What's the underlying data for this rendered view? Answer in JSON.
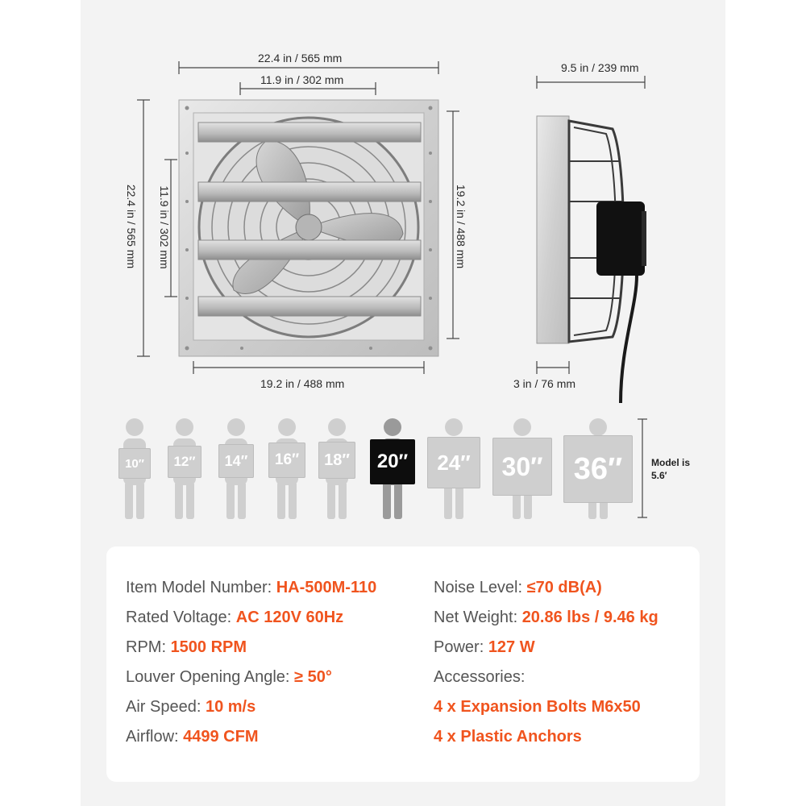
{
  "dimensions": {
    "front_width_total": "22.4 in / 565 mm",
    "front_opening_width": "11.9 in / 302 mm",
    "front_height_total": "22.4 in / 565 mm",
    "front_opening_height": "11.9 in / 302 mm",
    "front_inner_height": "19.2 in / 488 mm",
    "front_inner_width": "19.2 in / 488 mm",
    "side_depth": "9.5 in / 239 mm",
    "side_flange": "3 in / 76 mm"
  },
  "size_lineup": {
    "sizes": [
      "10″",
      "12″",
      "14″",
      "16″",
      "18″",
      "20″",
      "24″",
      "30″",
      "36″"
    ],
    "selected": "20″",
    "model_note_line1": "Model is",
    "model_note_line2": "5.6′",
    "colors": {
      "inactive": "#cfcfcf",
      "active": "#0d0d0d",
      "active_body": "#9a9a9a"
    }
  },
  "specs": {
    "left": [
      {
        "label": "Item Model Number: ",
        "value": "HA-500M-110"
      },
      {
        "label": "Rated Voltage: ",
        "value": "AC 120V 60Hz"
      },
      {
        "label": "RPM: ",
        "value": "1500 RPM"
      },
      {
        "label": "Louver Opening Angle: ",
        "value": "≥ 50°"
      },
      {
        "label": "Air Speed: ",
        "value": "10 m/s"
      },
      {
        "label": "Airflow: ",
        "value": "4499 CFM"
      }
    ],
    "right": [
      {
        "label": "Noise Level: ",
        "value": "≤70 dB(A)"
      },
      {
        "label": "Net Weight: ",
        "value": "20.86 lbs / 9.46 kg"
      },
      {
        "label": "Power: ",
        "value": "127 W"
      },
      {
        "label": "Accessories:",
        "value": ""
      }
    ],
    "accessories": [
      "4 x Expansion Bolts M6x50",
      "4 x Plastic Anchors"
    ],
    "accent_color": "#f0541e"
  }
}
